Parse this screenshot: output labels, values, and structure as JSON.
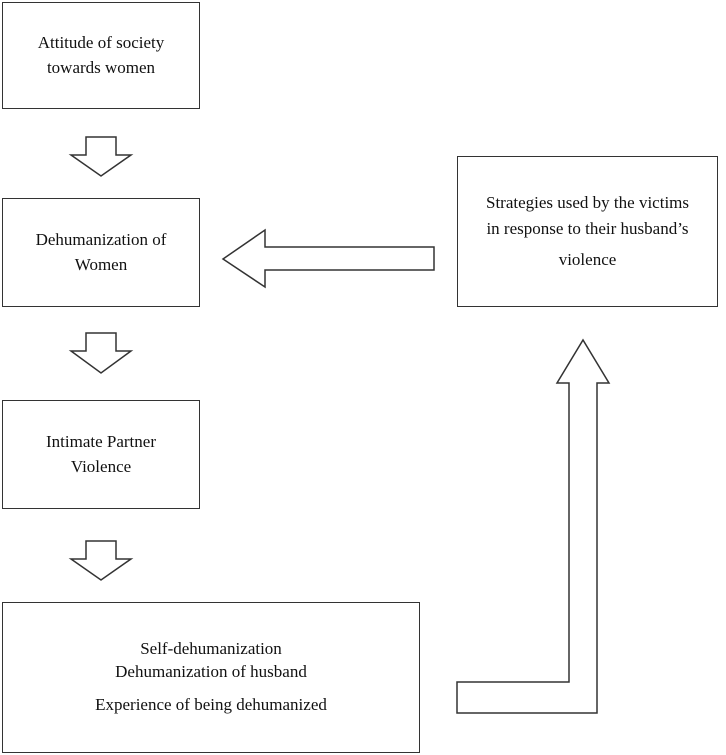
{
  "boxes": {
    "attitude": {
      "lines": [
        "Attitude of society",
        "towards women"
      ]
    },
    "dehumanization_women": {
      "lines": [
        "Dehumanization of",
        "Women"
      ]
    },
    "ipv": {
      "lines": [
        "Intimate Partner",
        "Violence"
      ]
    },
    "outcomes": {
      "lines": [
        "Self-dehumanization",
        "Dehumanization of husband",
        "Experience of being dehumanized"
      ]
    },
    "strategies": {
      "lines": [
        "Strategies used by the victims",
        "in response to their husband’s",
        "violence"
      ]
    }
  }
}
